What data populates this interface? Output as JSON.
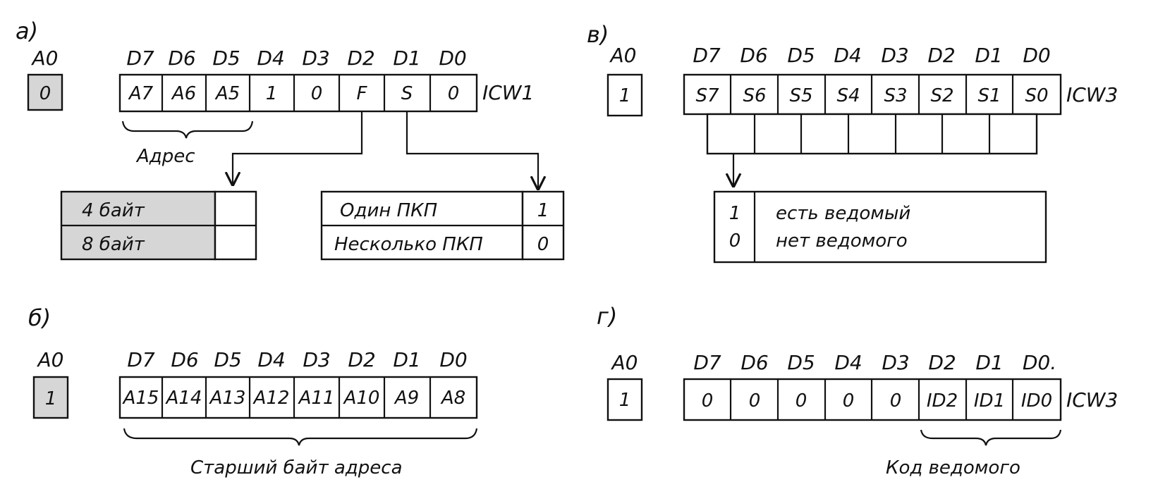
{
  "panels": {
    "a": {
      "label": "а)",
      "a0": {
        "header": "A0",
        "value": "0"
      },
      "bit_headers": [
        "D7",
        "D6",
        "D5",
        "D4",
        "D3",
        "D2",
        "D1",
        "D0"
      ],
      "bits": [
        "A7",
        "A6",
        "A5",
        "1",
        "0",
        "F",
        "S",
        "0"
      ],
      "word": "ICW1",
      "brace_label": "Адрес",
      "f_table": [
        {
          "text": "4 байт",
          "value": ""
        },
        {
          "text": "8 байт",
          "value": ""
        }
      ],
      "s_table": [
        {
          "text": "Один ПКП",
          "value": "1"
        },
        {
          "text": "Несколько ПКП",
          "value": "0"
        }
      ]
    },
    "b": {
      "label": "б)",
      "a0": {
        "header": "A0",
        "value": "1"
      },
      "bit_headers": [
        "D7",
        "D6",
        "D5",
        "D4",
        "D3",
        "D2",
        "D1",
        "D0"
      ],
      "bits": [
        "A15",
        "A14",
        "A13",
        "A12",
        "A11",
        "A10",
        "A9",
        "A8"
      ],
      "brace_label": "Старший байт адреса"
    },
    "v": {
      "label": "в)",
      "a0": {
        "header": "A0",
        "value": "1"
      },
      "bit_headers": [
        "D7",
        "D6",
        "D5",
        "D4",
        "D3",
        "D2",
        "D1",
        "D0"
      ],
      "bits": [
        "S7",
        "S6",
        "S5",
        "S4",
        "S3",
        "S2",
        "S1",
        "S0"
      ],
      "word": "ICW3",
      "legend": [
        {
          "value": "1",
          "text": "есть ведомый"
        },
        {
          "value": "0",
          "text": "нет ведомого"
        }
      ]
    },
    "g": {
      "label": "г)",
      "a0": {
        "header": "A0",
        "value": "1"
      },
      "bit_headers": [
        "D7",
        "D6",
        "D5",
        "D4",
        "D3",
        "D2",
        "D1",
        "D0."
      ],
      "bits": [
        "0",
        "0",
        "0",
        "0",
        "0",
        "ID2",
        "ID1",
        "ID0"
      ],
      "word": "ICW3",
      "brace_label": "Код ведомого"
    }
  }
}
